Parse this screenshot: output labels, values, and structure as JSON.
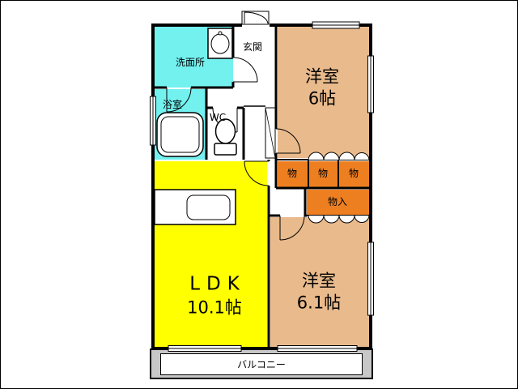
{
  "floorplan": {
    "rooms": {
      "washroom": {
        "label": "洗面所"
      },
      "bathroom": {
        "label": "浴室"
      },
      "toilet": {
        "label": "WC"
      },
      "entrance": {
        "label": "玄関"
      },
      "bedroom1": {
        "label": "洋室",
        "size": "6帖"
      },
      "closet1": {
        "label": "物"
      },
      "closet2": {
        "label": "物"
      },
      "closet3": {
        "label": "物"
      },
      "storage": {
        "label": "物入"
      },
      "ldk": {
        "label": "LDK",
        "size": "10.1帖"
      },
      "bedroom2": {
        "label": "洋室",
        "size": "6.1帖"
      },
      "balcony": {
        "label": "バルコニー"
      }
    },
    "fixtures": [
      "sink-icon",
      "bathtub-icon",
      "toilet-icon",
      "kitchen-counter-icon",
      "shoe-cabinet-icon",
      "entrance-door-icon"
    ],
    "colors": {
      "wall": "#000000",
      "wet_area": "#73f1ef",
      "bedroom": "#e9ba8c",
      "storage": "#ee7f21",
      "ldk": "#ffff00",
      "balcony": "#c7c7c7",
      "white": "#ffffff"
    }
  }
}
